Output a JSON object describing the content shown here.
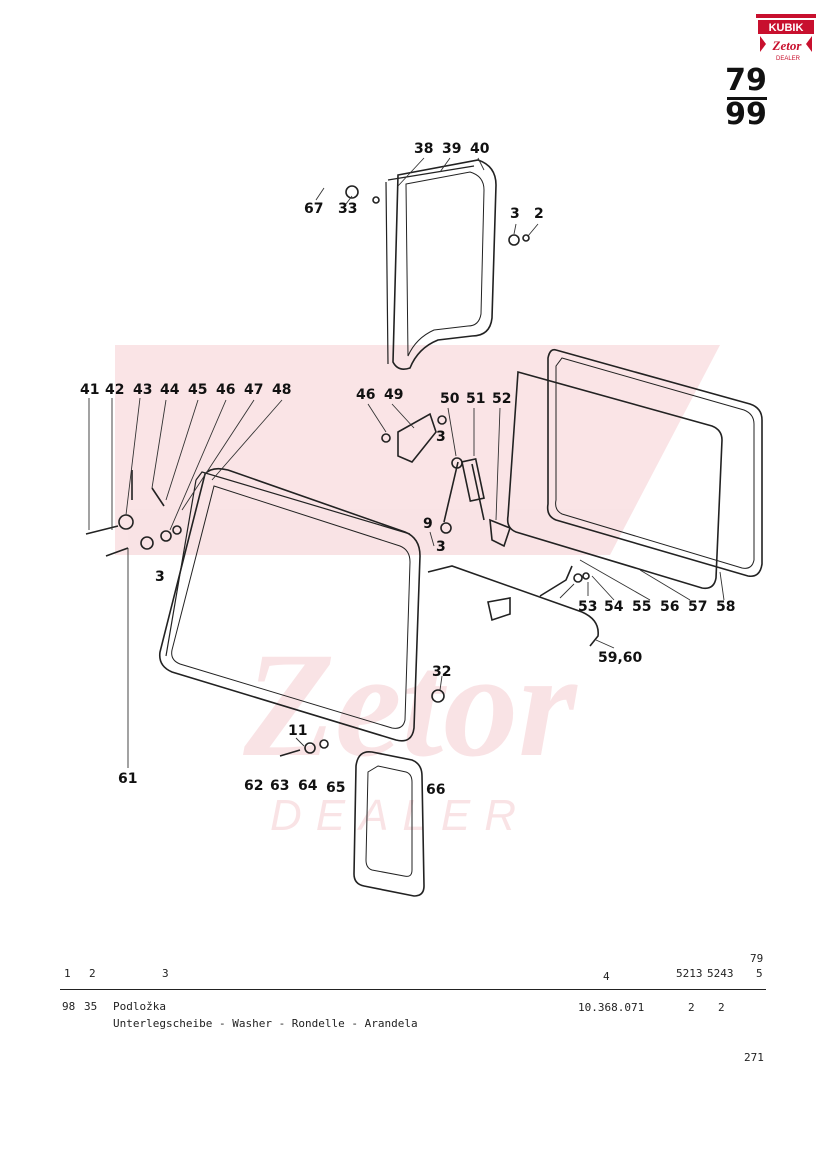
{
  "brand": {
    "logo_top": "KUBIK",
    "logo_mid": "Zetor",
    "logo_sub": "DEALER"
  },
  "page": {
    "group_top": "79",
    "group_bottom": "99",
    "footer_number": "271"
  },
  "watermark": {
    "brand": "Zetor",
    "sub": "DEALER"
  },
  "callouts": [
    {
      "id": "c38",
      "text": "38"
    },
    {
      "id": "c39",
      "text": "39"
    },
    {
      "id": "c40",
      "text": "40"
    },
    {
      "id": "c67",
      "text": "67"
    },
    {
      "id": "c33",
      "text": "33"
    },
    {
      "id": "c3a",
      "text": "3"
    },
    {
      "id": "c2",
      "text": "2"
    },
    {
      "id": "c41",
      "text": "41"
    },
    {
      "id": "c42",
      "text": "42"
    },
    {
      "id": "c43",
      "text": "43"
    },
    {
      "id": "c44",
      "text": "44"
    },
    {
      "id": "c45",
      "text": "45"
    },
    {
      "id": "c46a",
      "text": "46"
    },
    {
      "id": "c47",
      "text": "47"
    },
    {
      "id": "c48",
      "text": "48"
    },
    {
      "id": "c46b",
      "text": "46"
    },
    {
      "id": "c49",
      "text": "49"
    },
    {
      "id": "c3b",
      "text": "3"
    },
    {
      "id": "c50",
      "text": "50"
    },
    {
      "id": "c51",
      "text": "51"
    },
    {
      "id": "c52",
      "text": "52"
    },
    {
      "id": "c9",
      "text": "9"
    },
    {
      "id": "c3c",
      "text": "3"
    },
    {
      "id": "c3d",
      "text": "3"
    },
    {
      "id": "c53",
      "text": "53"
    },
    {
      "id": "c54",
      "text": "54"
    },
    {
      "id": "c55",
      "text": "55"
    },
    {
      "id": "c56",
      "text": "56"
    },
    {
      "id": "c57",
      "text": "57"
    },
    {
      "id": "c58",
      "text": "58"
    },
    {
      "id": "c5960",
      "text": "59,60"
    },
    {
      "id": "c32",
      "text": "32"
    },
    {
      "id": "c11",
      "text": "11"
    },
    {
      "id": "c61",
      "text": "61"
    },
    {
      "id": "c62",
      "text": "62"
    },
    {
      "id": "c63",
      "text": "63"
    },
    {
      "id": "c64",
      "text": "64"
    },
    {
      "id": "c65",
      "text": "65"
    },
    {
      "id": "c66",
      "text": "66"
    }
  ],
  "table": {
    "corner_note": "79",
    "headers": {
      "c1": "1",
      "c2": "2",
      "c3": "3",
      "c4": "4",
      "c5a": "5213",
      "c5b": "5243",
      "c6": "5"
    },
    "row": {
      "num_a": "98",
      "num_b": "35",
      "name": "Podložka",
      "translations": "Unterlegscheibe - Washer - Rondelle - Arandela",
      "part_number": "10.368.071",
      "qty_5213": "2",
      "qty_5243": "2"
    }
  }
}
